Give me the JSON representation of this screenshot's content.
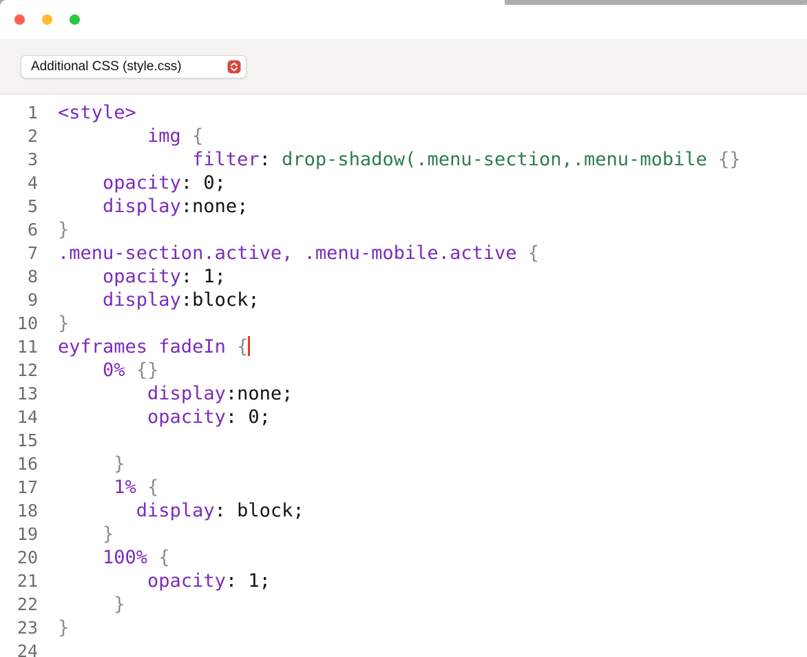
{
  "window": {
    "controls": [
      {
        "name": "close",
        "color": "#ff5f57"
      },
      {
        "name": "minimize",
        "color": "#febc2e"
      },
      {
        "name": "zoom",
        "color": "#28c840"
      }
    ]
  },
  "toolbar": {
    "file_selector": {
      "label": "Additional CSS (style.css)",
      "icon": "up-down-stepper-icon",
      "accent_color": "#d9453f"
    }
  },
  "editor": {
    "language": "css",
    "colors": {
      "keyword": "#7c2cba",
      "function_green": "#2e7d4f",
      "punctuation": "#8d8d8d",
      "text": "#141414",
      "line_number": "#6e6e6e",
      "cursor": "#ee352a"
    },
    "cursor": {
      "line": 11,
      "position": "after-opening-brace"
    },
    "lines": [
      {
        "n": 1,
        "tokens": [
          [
            "kw",
            "<style>"
          ]
        ]
      },
      {
        "n": 2,
        "tokens": [
          [
            "plain",
            "        "
          ],
          [
            "kw",
            "img"
          ],
          [
            "plain",
            " "
          ],
          [
            "punct",
            "{"
          ]
        ]
      },
      {
        "n": 3,
        "tokens": [
          [
            "plain",
            "            "
          ],
          [
            "kw",
            "filter"
          ],
          [
            "plain",
            ": "
          ],
          [
            "green",
            "drop-shadow(.menu-section,.menu-mobile"
          ],
          [
            "plain",
            " "
          ],
          [
            "punct",
            "{}"
          ]
        ]
      },
      {
        "n": 4,
        "tokens": [
          [
            "plain",
            "    "
          ],
          [
            "kw",
            "opacity"
          ],
          [
            "plain",
            ": 0;"
          ]
        ]
      },
      {
        "n": 5,
        "tokens": [
          [
            "plain",
            "    "
          ],
          [
            "kw",
            "display"
          ],
          [
            "plain",
            ":none;"
          ]
        ]
      },
      {
        "n": 6,
        "tokens": [
          [
            "punct",
            "}"
          ]
        ]
      },
      {
        "n": 7,
        "tokens": [
          [
            "kw",
            ".menu-section.active, .menu-mobile.active"
          ],
          [
            "plain",
            " "
          ],
          [
            "punct",
            "{"
          ]
        ]
      },
      {
        "n": 8,
        "tokens": [
          [
            "plain",
            "    "
          ],
          [
            "kw",
            "opacity"
          ],
          [
            "plain",
            ": 1;"
          ]
        ]
      },
      {
        "n": 9,
        "tokens": [
          [
            "plain",
            "    "
          ],
          [
            "kw",
            "display"
          ],
          [
            "plain",
            ":block;"
          ]
        ]
      },
      {
        "n": 10,
        "tokens": [
          [
            "punct",
            "}"
          ]
        ]
      },
      {
        "n": 11,
        "tokens": [
          [
            "kw",
            "eyframes fadeIn"
          ],
          [
            "plain",
            " "
          ],
          [
            "punct",
            "{"
          ],
          [
            "cursor",
            ""
          ]
        ]
      },
      {
        "n": 12,
        "tokens": [
          [
            "plain",
            "    "
          ],
          [
            "kw",
            "0%"
          ],
          [
            "plain",
            " "
          ],
          [
            "punct",
            "{}"
          ]
        ]
      },
      {
        "n": 13,
        "tokens": [
          [
            "plain",
            "        "
          ],
          [
            "kw",
            "display"
          ],
          [
            "plain",
            ":none;"
          ]
        ]
      },
      {
        "n": 14,
        "tokens": [
          [
            "plain",
            "        "
          ],
          [
            "kw",
            "opacity"
          ],
          [
            "plain",
            ": 0;"
          ]
        ]
      },
      {
        "n": 15,
        "tokens": []
      },
      {
        "n": 16,
        "tokens": [
          [
            "plain",
            "     "
          ],
          [
            "punct",
            "}"
          ]
        ]
      },
      {
        "n": 17,
        "tokens": [
          [
            "plain",
            "     "
          ],
          [
            "kw",
            "1%"
          ],
          [
            "plain",
            " "
          ],
          [
            "punct",
            "{"
          ]
        ]
      },
      {
        "n": 18,
        "tokens": [
          [
            "plain",
            "       "
          ],
          [
            "kw",
            "display"
          ],
          [
            "plain",
            ": block;"
          ]
        ]
      },
      {
        "n": 19,
        "tokens": [
          [
            "plain",
            "    "
          ],
          [
            "punct",
            "}"
          ]
        ]
      },
      {
        "n": 20,
        "tokens": [
          [
            "plain",
            "    "
          ],
          [
            "kw",
            "100%"
          ],
          [
            "plain",
            " "
          ],
          [
            "punct",
            "{"
          ]
        ]
      },
      {
        "n": 21,
        "tokens": [
          [
            "plain",
            "        "
          ],
          [
            "kw",
            "opacity"
          ],
          [
            "plain",
            ": 1;"
          ]
        ]
      },
      {
        "n": 22,
        "tokens": [
          [
            "plain",
            "     "
          ],
          [
            "punct",
            "}"
          ]
        ]
      },
      {
        "n": 23,
        "tokens": [
          [
            "punct",
            "}"
          ]
        ]
      },
      {
        "n": 24,
        "tokens": []
      }
    ]
  }
}
